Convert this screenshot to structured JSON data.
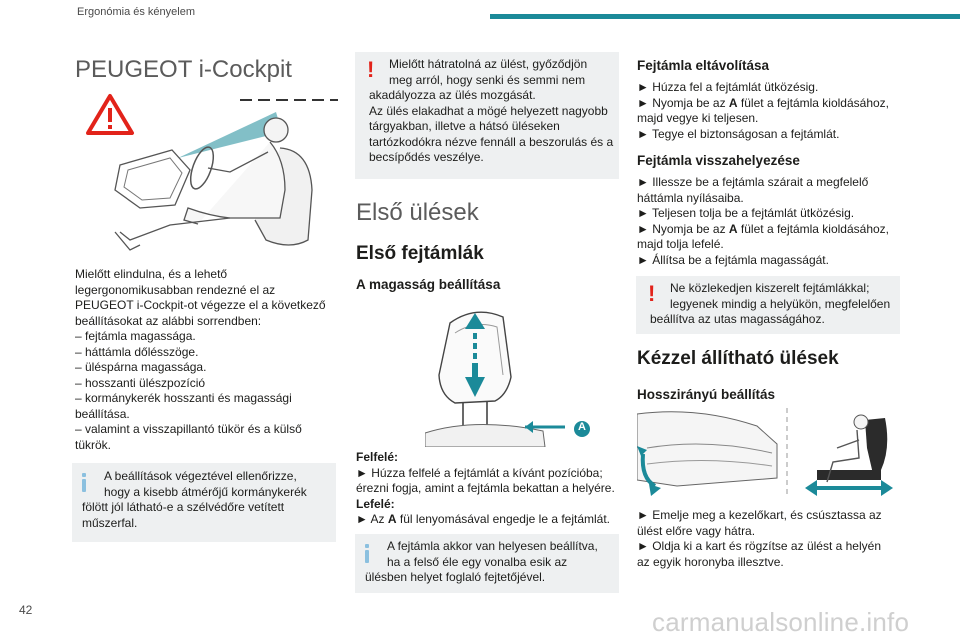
{
  "header": {
    "chapter": "Ergonómia és kényelem",
    "accent_color": "#1b8a99"
  },
  "page_number": "42",
  "watermark": "carmanualsonline.info",
  "col1": {
    "title": "PEUGEOT i-Cockpit",
    "intro": [
      "Mielőtt elindulna, és a lehető",
      "legergonomikusabban rendezné el az",
      "PEUGEOT i-Cockpit-ot végezze el a következő",
      "beállításokat az alábbi sorrendben:",
      "– fejtámla magassága.",
      "– háttámla dőlésszöge.",
      "– üléspárna magassága.",
      "– hosszanti ülészpozíció",
      "– kormánykerék hosszanti és magassági",
      "beállítása.",
      "– valamint a visszapillantó tükör és a külső",
      "tükrök."
    ],
    "info_box": [
      "A beállítások végeztével ellenőrizze,",
      "hogy a kisebb átmérőjű kormánykerék",
      "fölött jól látható-e a szélvédőre vetített",
      "műszerfal."
    ]
  },
  "col2": {
    "warning_box": [
      "Mielőtt hátratolná az ülést, győződjön",
      "meg arról, hogy senki és semmi nem",
      "akadályozza az ülés mozgását.",
      "Az ülés elakadhat a mögé helyezett nagyobb",
      "tárgyakban, illetve a hátsó üléseken",
      "tartózkodókra nézve fennáll a beszorulás és a",
      "becsípődés veszélye."
    ],
    "section_title": "Első ülések",
    "subsection_title": "Első fejtámlák",
    "subsubsection_title": "A magasság beállítása",
    "figure_label": "A",
    "raise_label": "Felfelé:",
    "raise_line1": "► Húzza felfelé a fejtámlát a kívánt pozícióba;",
    "raise_line2": "érezni fogja, amint a fejtámla bekattan a helyére.",
    "lower_label": "Lefelé:",
    "lower_prefix": "► Az ",
    "lower_key": "A",
    "lower_suffix": " fül lenyomásával engedje le a fejtámlát.",
    "info_box": [
      "A fejtámla akkor van helyesen beállítva,",
      "ha a felső éle egy vonalba esik az",
      "ülésben helyet foglaló fejtetőjével."
    ]
  },
  "col3": {
    "remove_title": "Fejtámla eltávolítása",
    "remove_l1": "► Húzza fel a fejtámlát ütközésig.",
    "remove_l2_prefix": "► Nyomja be az ",
    "remove_l2_key": "A",
    "remove_l2_suffix": " fület a fejtámla kioldásához,",
    "remove_l3": "majd vegye ki teljesen.",
    "remove_l4": "► Tegye el biztonságosan a fejtámlát.",
    "refit_title": "Fejtámla visszahelyezése",
    "refit_l1": "► Illessze be a fejtámla szárait a megfelelő",
    "refit_l2": "háttámla nyílásaiba.",
    "refit_l3": "► Teljesen tolja be a fejtámlát ütközésig.",
    "refit_l4_prefix": "► Nyomja be az ",
    "refit_l4_key": "A",
    "refit_l4_suffix": " fület a fejtámla kioldásához,",
    "refit_l5": "majd tolja lefelé.",
    "refit_l6": "► Állítsa be a fejtámla magasságát.",
    "warning_box": [
      "Ne közlekedjen kiszerelt fejtámlákkal;",
      "legyenek mindig a helyükön, megfelelően",
      "beállítva az utas magasságához."
    ],
    "manual_title": "Kézzel állítható ülések",
    "longitudinal_title": "Hosszirányú beállítás",
    "steps": [
      "► Emelje meg a kezelőkart, és csúsztassa az",
      "ülést előre vagy hátra.",
      "► Oldja ki a kart és rögzítse az ülést a helyén",
      "az egyik horonyba illesztve."
    ]
  },
  "colors": {
    "warning_red": "#e2231a",
    "info_blue": "#8bc0df",
    "box_bg": "#eef0f1",
    "figure_blue": "#1b8a99"
  }
}
